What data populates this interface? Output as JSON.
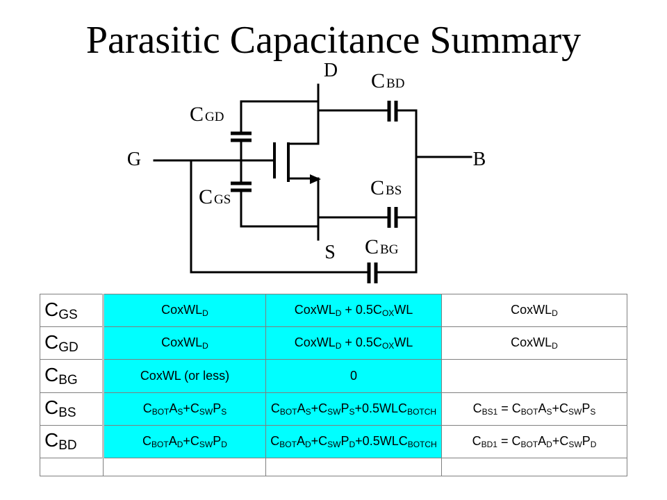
{
  "title": "Parasitic Capacitance Summary",
  "accent_color": "#00ffff",
  "circuit": {
    "terminals": {
      "drain": "D",
      "gate": "G",
      "source": "S",
      "body": "B"
    },
    "caps": {
      "gd": {
        "main": "C",
        "sub": "GD"
      },
      "gs": {
        "main": "C",
        "sub": "GS"
      },
      "bd": {
        "main": "C",
        "sub": "BD"
      },
      "bs": {
        "main": "C",
        "sub": "BS"
      },
      "bg": {
        "main": "C",
        "sub": "BG"
      }
    }
  },
  "table": {
    "rows": [
      {
        "name": "C",
        "name_sub": "GS",
        "cells": [
          [
            [
              "CoxWL",
              ""
            ],
            [
              "D",
              "s"
            ]
          ],
          [
            [
              "CoxWL",
              ""
            ],
            [
              "D",
              "s"
            ],
            [
              " + 0.5C",
              ""
            ],
            [
              "OX",
              "s"
            ],
            [
              "WL",
              ""
            ]
          ],
          [
            [
              "CoxWL",
              ""
            ],
            [
              "D",
              "s"
            ]
          ]
        ]
      },
      {
        "name": "C",
        "name_sub": "GD",
        "cells": [
          [
            [
              "CoxWL",
              ""
            ],
            [
              "D",
              "s"
            ]
          ],
          [
            [
              "CoxWL",
              ""
            ],
            [
              "D",
              "s"
            ],
            [
              " + 0.5C",
              ""
            ],
            [
              "OX",
              "s"
            ],
            [
              "WL",
              ""
            ]
          ],
          [
            [
              "CoxWL",
              ""
            ],
            [
              "D",
              "s"
            ]
          ]
        ]
      },
      {
        "name": "C",
        "name_sub": "BG",
        "cells": [
          [
            [
              "CoxWL (or less)",
              ""
            ]
          ],
          [
            [
              "0",
              ""
            ]
          ],
          []
        ]
      },
      {
        "name": "C",
        "name_sub": "BS",
        "cells": [
          [
            [
              "C",
              ""
            ],
            [
              "BOT",
              "s"
            ],
            [
              "A",
              ""
            ],
            [
              "S",
              "s"
            ],
            [
              "+C",
              ""
            ],
            [
              "SW",
              "s"
            ],
            [
              "P",
              ""
            ],
            [
              "S",
              "s"
            ]
          ],
          [
            [
              "C",
              ""
            ],
            [
              "BOT",
              "s"
            ],
            [
              "A",
              ""
            ],
            [
              "S",
              "s"
            ],
            [
              "+C",
              ""
            ],
            [
              "SW",
              "s"
            ],
            [
              "P",
              ""
            ],
            [
              "S",
              "s"
            ],
            [
              "+0.5WLC",
              ""
            ],
            [
              "BOTCH",
              "s"
            ]
          ],
          [
            [
              "C",
              ""
            ],
            [
              "BS1",
              "s"
            ],
            [
              " = C",
              ""
            ],
            [
              "BOT",
              "s"
            ],
            [
              "A",
              ""
            ],
            [
              "S",
              "s"
            ],
            [
              "+C",
              ""
            ],
            [
              "SW",
              "s"
            ],
            [
              "P",
              ""
            ],
            [
              "S",
              "s"
            ]
          ]
        ]
      },
      {
        "name": "C",
        "name_sub": "BD",
        "cells": [
          [
            [
              "C",
              ""
            ],
            [
              "BOT",
              "s"
            ],
            [
              "A",
              ""
            ],
            [
              "D",
              "s"
            ],
            [
              "+C",
              ""
            ],
            [
              "SW",
              "s"
            ],
            [
              "P",
              ""
            ],
            [
              "D",
              "s"
            ]
          ],
          [
            [
              "C",
              ""
            ],
            [
              "BOT",
              "s"
            ],
            [
              "A",
              ""
            ],
            [
              "D",
              "s"
            ],
            [
              "+C",
              ""
            ],
            [
              "SW",
              "s"
            ],
            [
              "P",
              ""
            ],
            [
              "D",
              "s"
            ],
            [
              "+0.5WLC",
              ""
            ],
            [
              "BOTCH",
              "s"
            ]
          ],
          [
            [
              "C",
              ""
            ],
            [
              "BD1",
              "s"
            ],
            [
              " = C",
              ""
            ],
            [
              "BOT",
              "s"
            ],
            [
              "A",
              ""
            ],
            [
              "D",
              "s"
            ],
            [
              "+C",
              ""
            ],
            [
              "SW",
              "s"
            ],
            [
              "P",
              ""
            ],
            [
              "D",
              "s"
            ]
          ]
        ]
      }
    ]
  }
}
